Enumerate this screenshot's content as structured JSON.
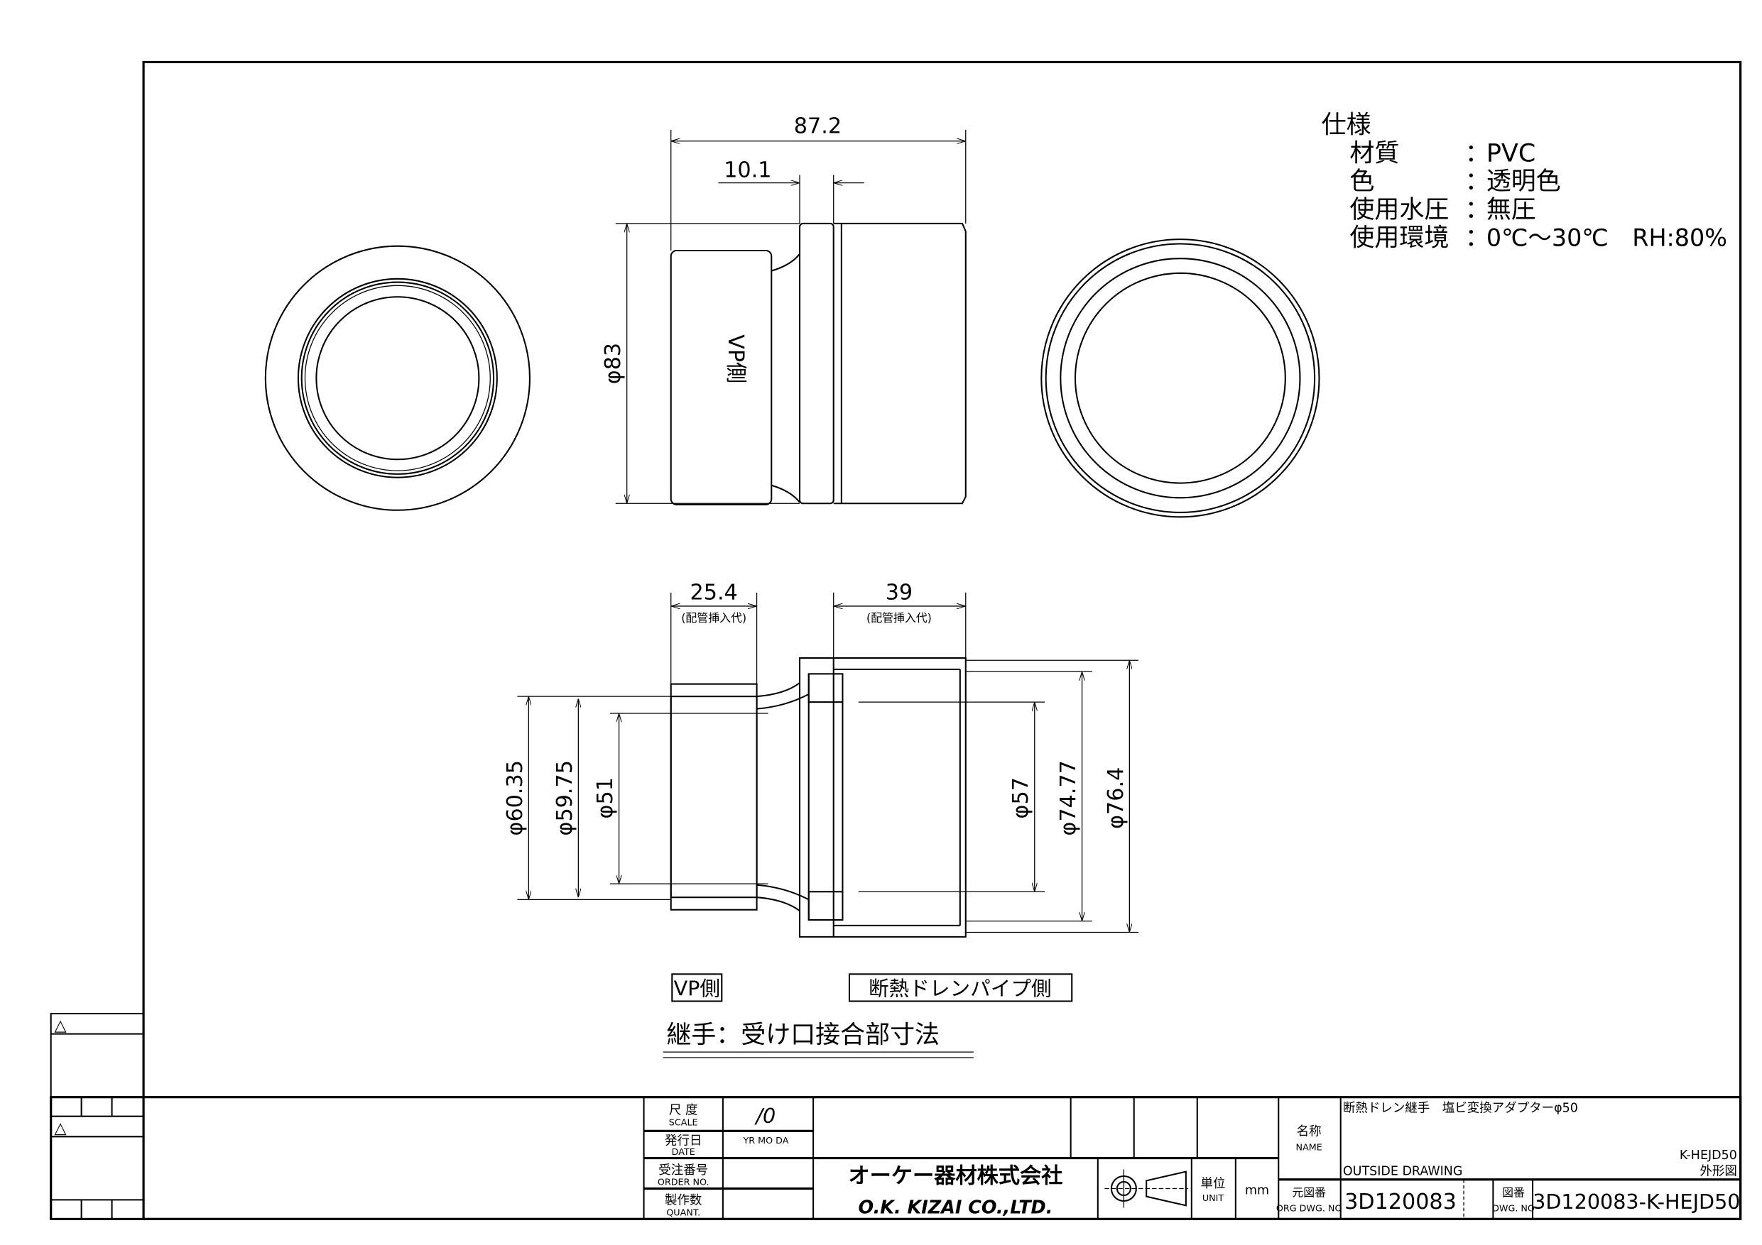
{
  "spec": {
    "title": "仕様",
    "rows": [
      {
        "label": "材質",
        "sep": "：",
        "value": "PVC"
      },
      {
        "label": "色",
        "sep": "：",
        "value": "透明色"
      },
      {
        "label": "使用水圧",
        "sep": "：",
        "value": "無圧"
      },
      {
        "label": "使用環境",
        "sep": "：",
        "value": "0℃～30℃　RH:80%"
      }
    ]
  },
  "dimensions": {
    "overall_length": "87.2",
    "flange_width": "10.1",
    "outer_diameter": "φ83",
    "vp_side_side_label": "VP側",
    "vp_insert_depth": "25.4",
    "drain_insert_depth": "39",
    "insert_note": "(配管挿入代)",
    "d_60_35": "φ60.35",
    "d_59_75": "φ59.75",
    "d_51": "φ51",
    "d_57": "φ57",
    "d_74_77": "φ74.77",
    "d_76_4": "φ76.4"
  },
  "labels": {
    "vp_side": "VP側",
    "drain_side": "断熱ドレンパイプ側",
    "caption": "継手：受け口接合部寸法"
  },
  "revision": {
    "mark1": "△",
    "mark2": "△"
  },
  "title_block": {
    "scale_jp": "尺 度",
    "scale_en": "SCALE",
    "scale_value": "/0",
    "date_jp": "発行日",
    "date_en": "DATE",
    "date_value": "YR  MO  DA",
    "order_jp": "受注番号",
    "order_en": "ORDER NO.",
    "quant_jp": "製作数",
    "quant_en": "QUANT.",
    "company_jp": "オーケー器材株式会社",
    "company_en": "O.K. KIZAI CO.,LTD.",
    "unit_jp": "単位",
    "unit_en": "UNIT",
    "unit_value": "mm",
    "name_jp": "名称",
    "name_en": "NAME",
    "product_name": "断熱ドレン継手　塩ビ変換アダプターφ50",
    "model": "K-HEJD50",
    "drawing_type_en": "OUTSIDE DRAWING",
    "drawing_type_jp": "外形図",
    "org_jp": "元図番",
    "org_en": "ORG DWG. NO",
    "org_value": "3D120083",
    "dwg_jp": "図番",
    "dwg_en": "DWG. NO",
    "dwg_value": "3D120083-K-HEJD50"
  }
}
